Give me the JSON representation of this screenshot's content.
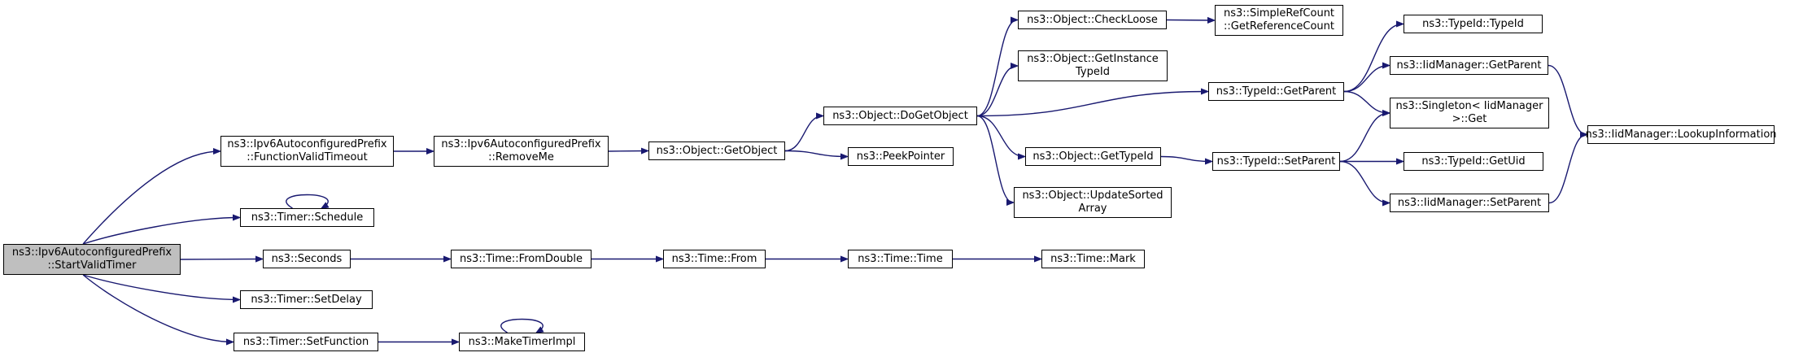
{
  "diagram": {
    "nodes": [
      {
        "id": "n0",
        "lines": [
          "ns3::Ipv6AutoconfiguredPrefix",
          "::StartValidTimer"
        ],
        "root": true
      },
      {
        "id": "n1",
        "lines": [
          "ns3::Ipv6AutoconfiguredPrefix",
          "::FunctionValidTimeout"
        ]
      },
      {
        "id": "n2",
        "lines": [
          "ns3::Ipv6AutoconfiguredPrefix",
          "::RemoveMe"
        ]
      },
      {
        "id": "n3",
        "lines": [
          "ns3::Object::GetObject"
        ]
      },
      {
        "id": "n4",
        "lines": [
          "ns3::Object::DoGetObject"
        ]
      },
      {
        "id": "n5",
        "lines": [
          "ns3::Object::CheckLoose"
        ]
      },
      {
        "id": "n6",
        "lines": [
          "ns3::SimpleRefCount",
          "::GetReferenceCount"
        ]
      },
      {
        "id": "n7",
        "lines": [
          "ns3::Object::GetInstance",
          "TypeId"
        ]
      },
      {
        "id": "n8",
        "lines": [
          "ns3::TypeId::GetParent"
        ]
      },
      {
        "id": "n9",
        "lines": [
          "ns3::TypeId::TypeId"
        ]
      },
      {
        "id": "n10",
        "lines": [
          "ns3::IidManager::GetParent"
        ]
      },
      {
        "id": "n11",
        "lines": [
          "ns3::IidManager::LookupInformation"
        ]
      },
      {
        "id": "n12",
        "lines": [
          "ns3::Singleton< IidManager",
          " >::Get"
        ]
      },
      {
        "id": "n13",
        "lines": [
          "ns3::Object::GetTypeId"
        ]
      },
      {
        "id": "n14",
        "lines": [
          "ns3::TypeId::SetParent"
        ]
      },
      {
        "id": "n15",
        "lines": [
          "ns3::TypeId::GetUid"
        ]
      },
      {
        "id": "n16",
        "lines": [
          "ns3::IidManager::SetParent"
        ]
      },
      {
        "id": "n17",
        "lines": [
          "ns3::Object::UpdateSorted",
          "Array"
        ]
      },
      {
        "id": "n18",
        "lines": [
          "ns3::PeekPointer"
        ]
      },
      {
        "id": "n19",
        "lines": [
          "ns3::Timer::Schedule"
        ]
      },
      {
        "id": "n20",
        "lines": [
          "ns3::Seconds"
        ]
      },
      {
        "id": "n21",
        "lines": [
          "ns3::Time::FromDouble"
        ]
      },
      {
        "id": "n22",
        "lines": [
          "ns3::Time::From"
        ]
      },
      {
        "id": "n23",
        "lines": [
          "ns3::Time::Time"
        ]
      },
      {
        "id": "n24",
        "lines": [
          "ns3::Time::Mark"
        ]
      },
      {
        "id": "n25",
        "lines": [
          "ns3::Timer::SetDelay"
        ]
      },
      {
        "id": "n26",
        "lines": [
          "ns3::Timer::SetFunction"
        ]
      },
      {
        "id": "n27",
        "lines": [
          "ns3::MakeTimerImpl"
        ]
      }
    ],
    "edges": [
      [
        "n0",
        "n1"
      ],
      [
        "n0",
        "n19"
      ],
      [
        "n0",
        "n20"
      ],
      [
        "n0",
        "n25"
      ],
      [
        "n0",
        "n26"
      ],
      [
        "n1",
        "n2"
      ],
      [
        "n2",
        "n3"
      ],
      [
        "n3",
        "n4"
      ],
      [
        "n3",
        "n18"
      ],
      [
        "n4",
        "n5"
      ],
      [
        "n4",
        "n7"
      ],
      [
        "n4",
        "n8"
      ],
      [
        "n4",
        "n13"
      ],
      [
        "n4",
        "n17"
      ],
      [
        "n5",
        "n6"
      ],
      [
        "n8",
        "n9"
      ],
      [
        "n8",
        "n10"
      ],
      [
        "n8",
        "n12"
      ],
      [
        "n10",
        "n11"
      ],
      [
        "n13",
        "n14"
      ],
      [
        "n14",
        "n12"
      ],
      [
        "n14",
        "n15"
      ],
      [
        "n14",
        "n16"
      ],
      [
        "n16",
        "n11"
      ],
      [
        "n19",
        "n19"
      ],
      [
        "n20",
        "n21"
      ],
      [
        "n21",
        "n22"
      ],
      [
        "n22",
        "n23"
      ],
      [
        "n23",
        "n24"
      ],
      [
        "n26",
        "n27"
      ],
      [
        "n27",
        "n27"
      ]
    ],
    "colors": {
      "edge": "#191970",
      "root_fill": "#bfbfbf",
      "node_fill": "#ffffff",
      "border": "#000000"
    }
  }
}
